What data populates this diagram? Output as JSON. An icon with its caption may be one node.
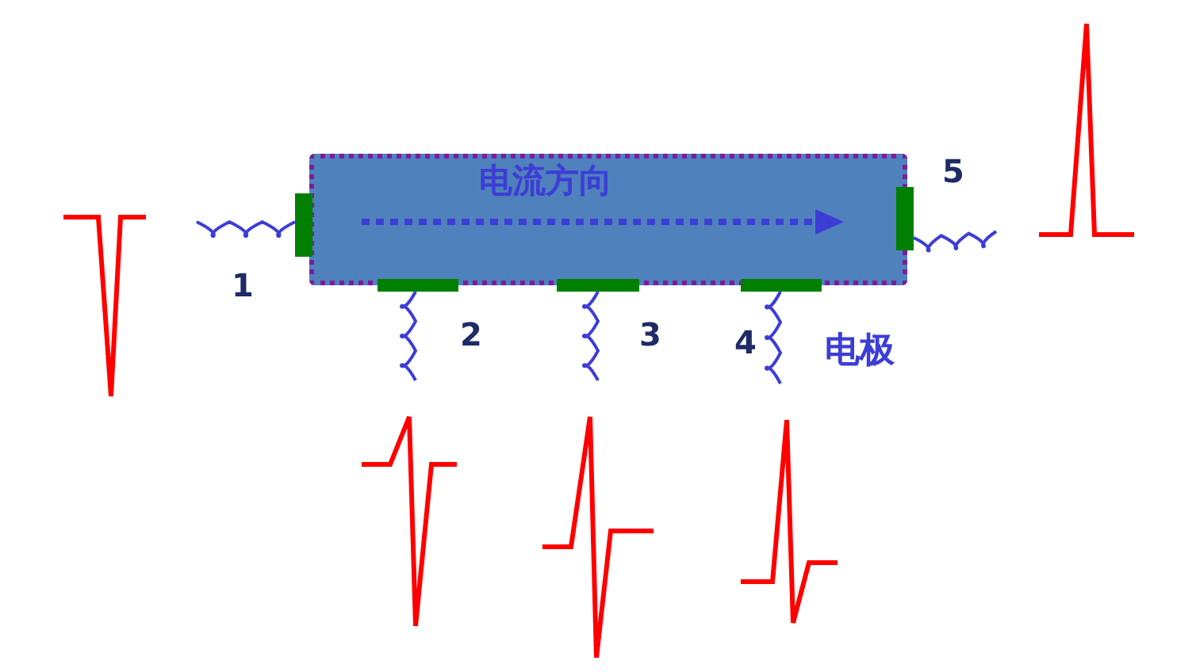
{
  "diagram": {
    "nodes": [
      {
        "text": [
          "电流方向"
        ]
      }
    ],
    "labels": [
      "5",
      "1",
      "2",
      "3",
      "4",
      "电极"
    ]
  }
}
